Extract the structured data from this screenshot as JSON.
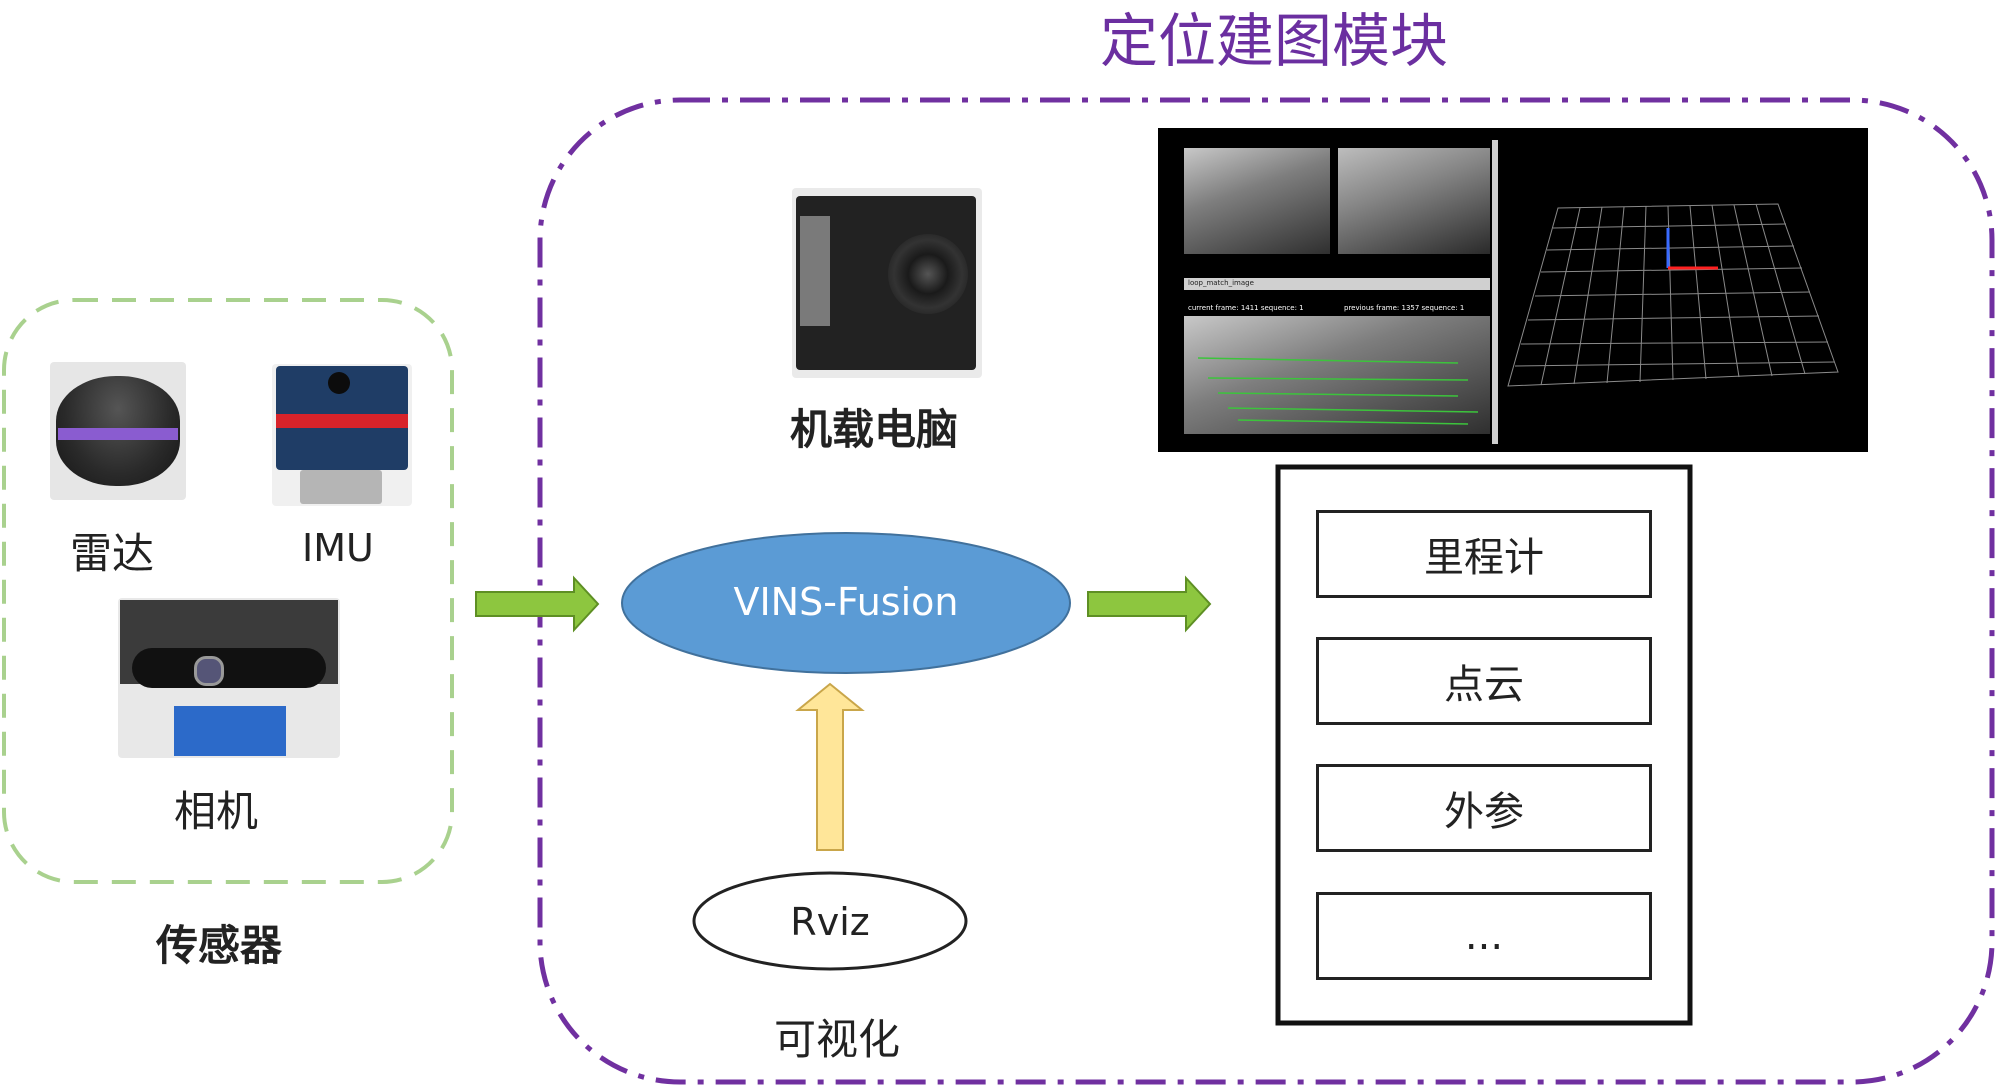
{
  "module_title": "定位建图模块",
  "sensors": {
    "group_label": "传感器",
    "lidar_label": "雷达",
    "imu_label": "IMU",
    "camera_label": "相机"
  },
  "onboard_computer_label": "机载电脑",
  "algorithm_label": "VINS-Fusion",
  "visualization": {
    "node_label": "Rviz",
    "caption": "可视化"
  },
  "outputs": [
    "里程计",
    "点云",
    "外参",
    "..."
  ],
  "screenshot_captions": {
    "bar_title": "loop_match_image",
    "current_frame": "current frame: 1411   sequence: 1",
    "previous_frame": "previous frame: 1357   sequence: 1"
  },
  "colors": {
    "module_border": "#7030a0",
    "sensor_border": "#a9d18e",
    "ellipse_fill": "#5b9bd5",
    "green_arrow": "#8dc63f",
    "yellow_arrow": "#ffe699"
  }
}
